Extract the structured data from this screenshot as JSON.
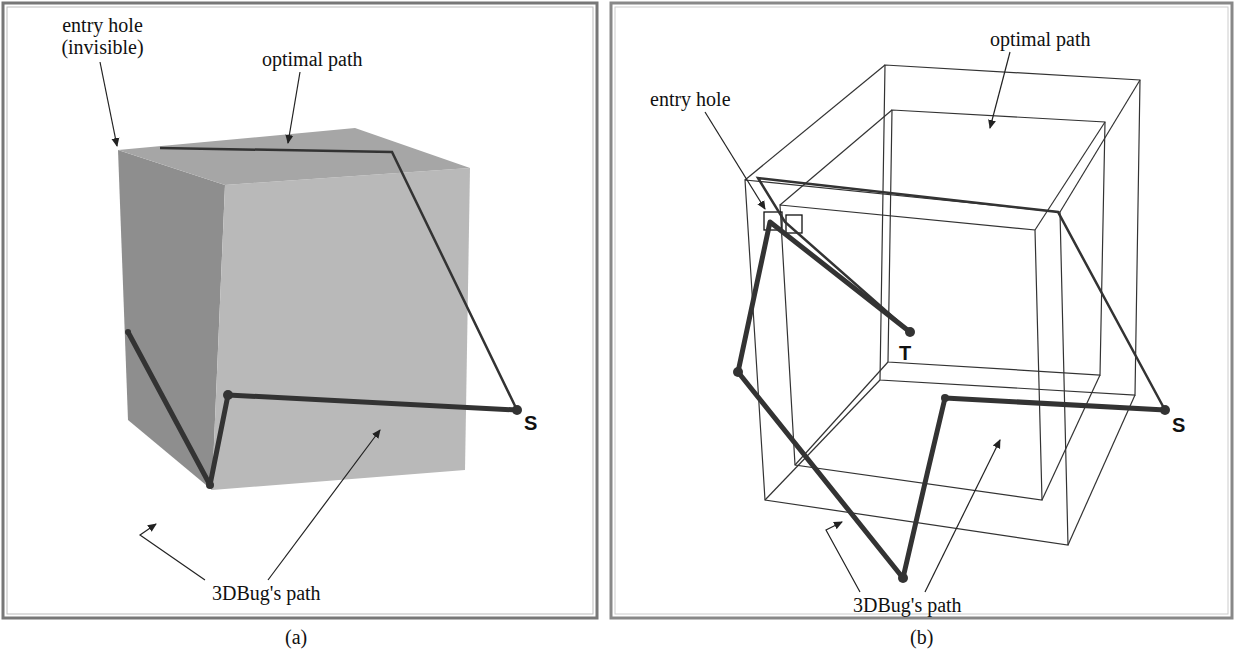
{
  "diagram": {
    "labels": [
      "entry hole (invisible)",
      "optimal path",
      "3DBug's path",
      "S",
      "(a)",
      "entry hole",
      "optimal path",
      "T",
      "3DBug's path",
      "S",
      "(b)"
    ]
  }
}
